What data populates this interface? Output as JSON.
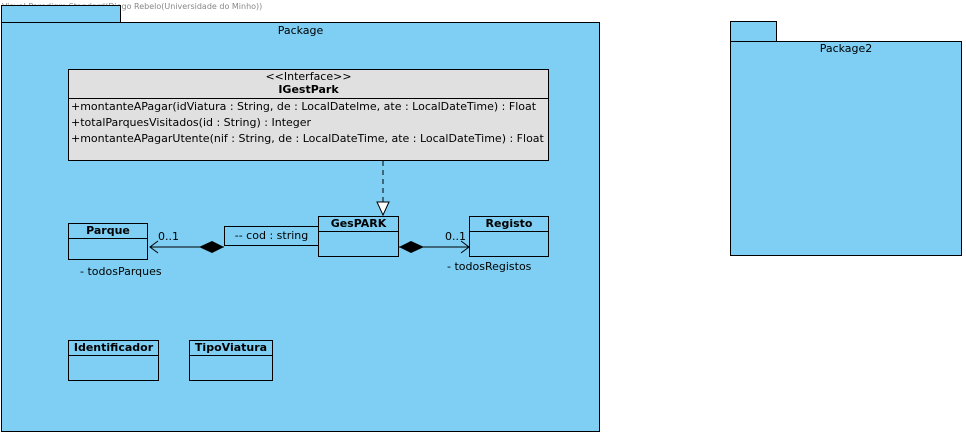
{
  "watermark": "Visual Paradigm Standard(Diogo Rebelo(Universidade do Minho))",
  "packages": [
    {
      "name": "Package"
    },
    {
      "name": "Package2"
    }
  ],
  "interface": {
    "stereotype": "<<Interface>>",
    "name": "IGestPark",
    "operations": [
      "+montanteAPagar(idViatura : String, de : LocalDatelme, ate : LocalDateTime) : Float",
      "+totalParquesVisitados(id : String) : Integer",
      "+montanteAPagarUtente(nif : String, de : LocalDateTime, ate : LocalDateTime) : Float"
    ]
  },
  "classes": {
    "parque": "Parque",
    "gespark": "GesPARK",
    "registo": "Registo",
    "identificador": "Identificador",
    "tipoviatura": "TipoViatura"
  },
  "qualifier": "-- cod : string",
  "associations": {
    "left_multiplicity": "0..1",
    "left_role": "- todosParques",
    "right_multiplicity": "0..1",
    "right_role": "- todosRegistos"
  },
  "colors": {
    "package_fill": "#7ecff3",
    "interface_fill": "#e0e0e0",
    "line": "#000000"
  }
}
